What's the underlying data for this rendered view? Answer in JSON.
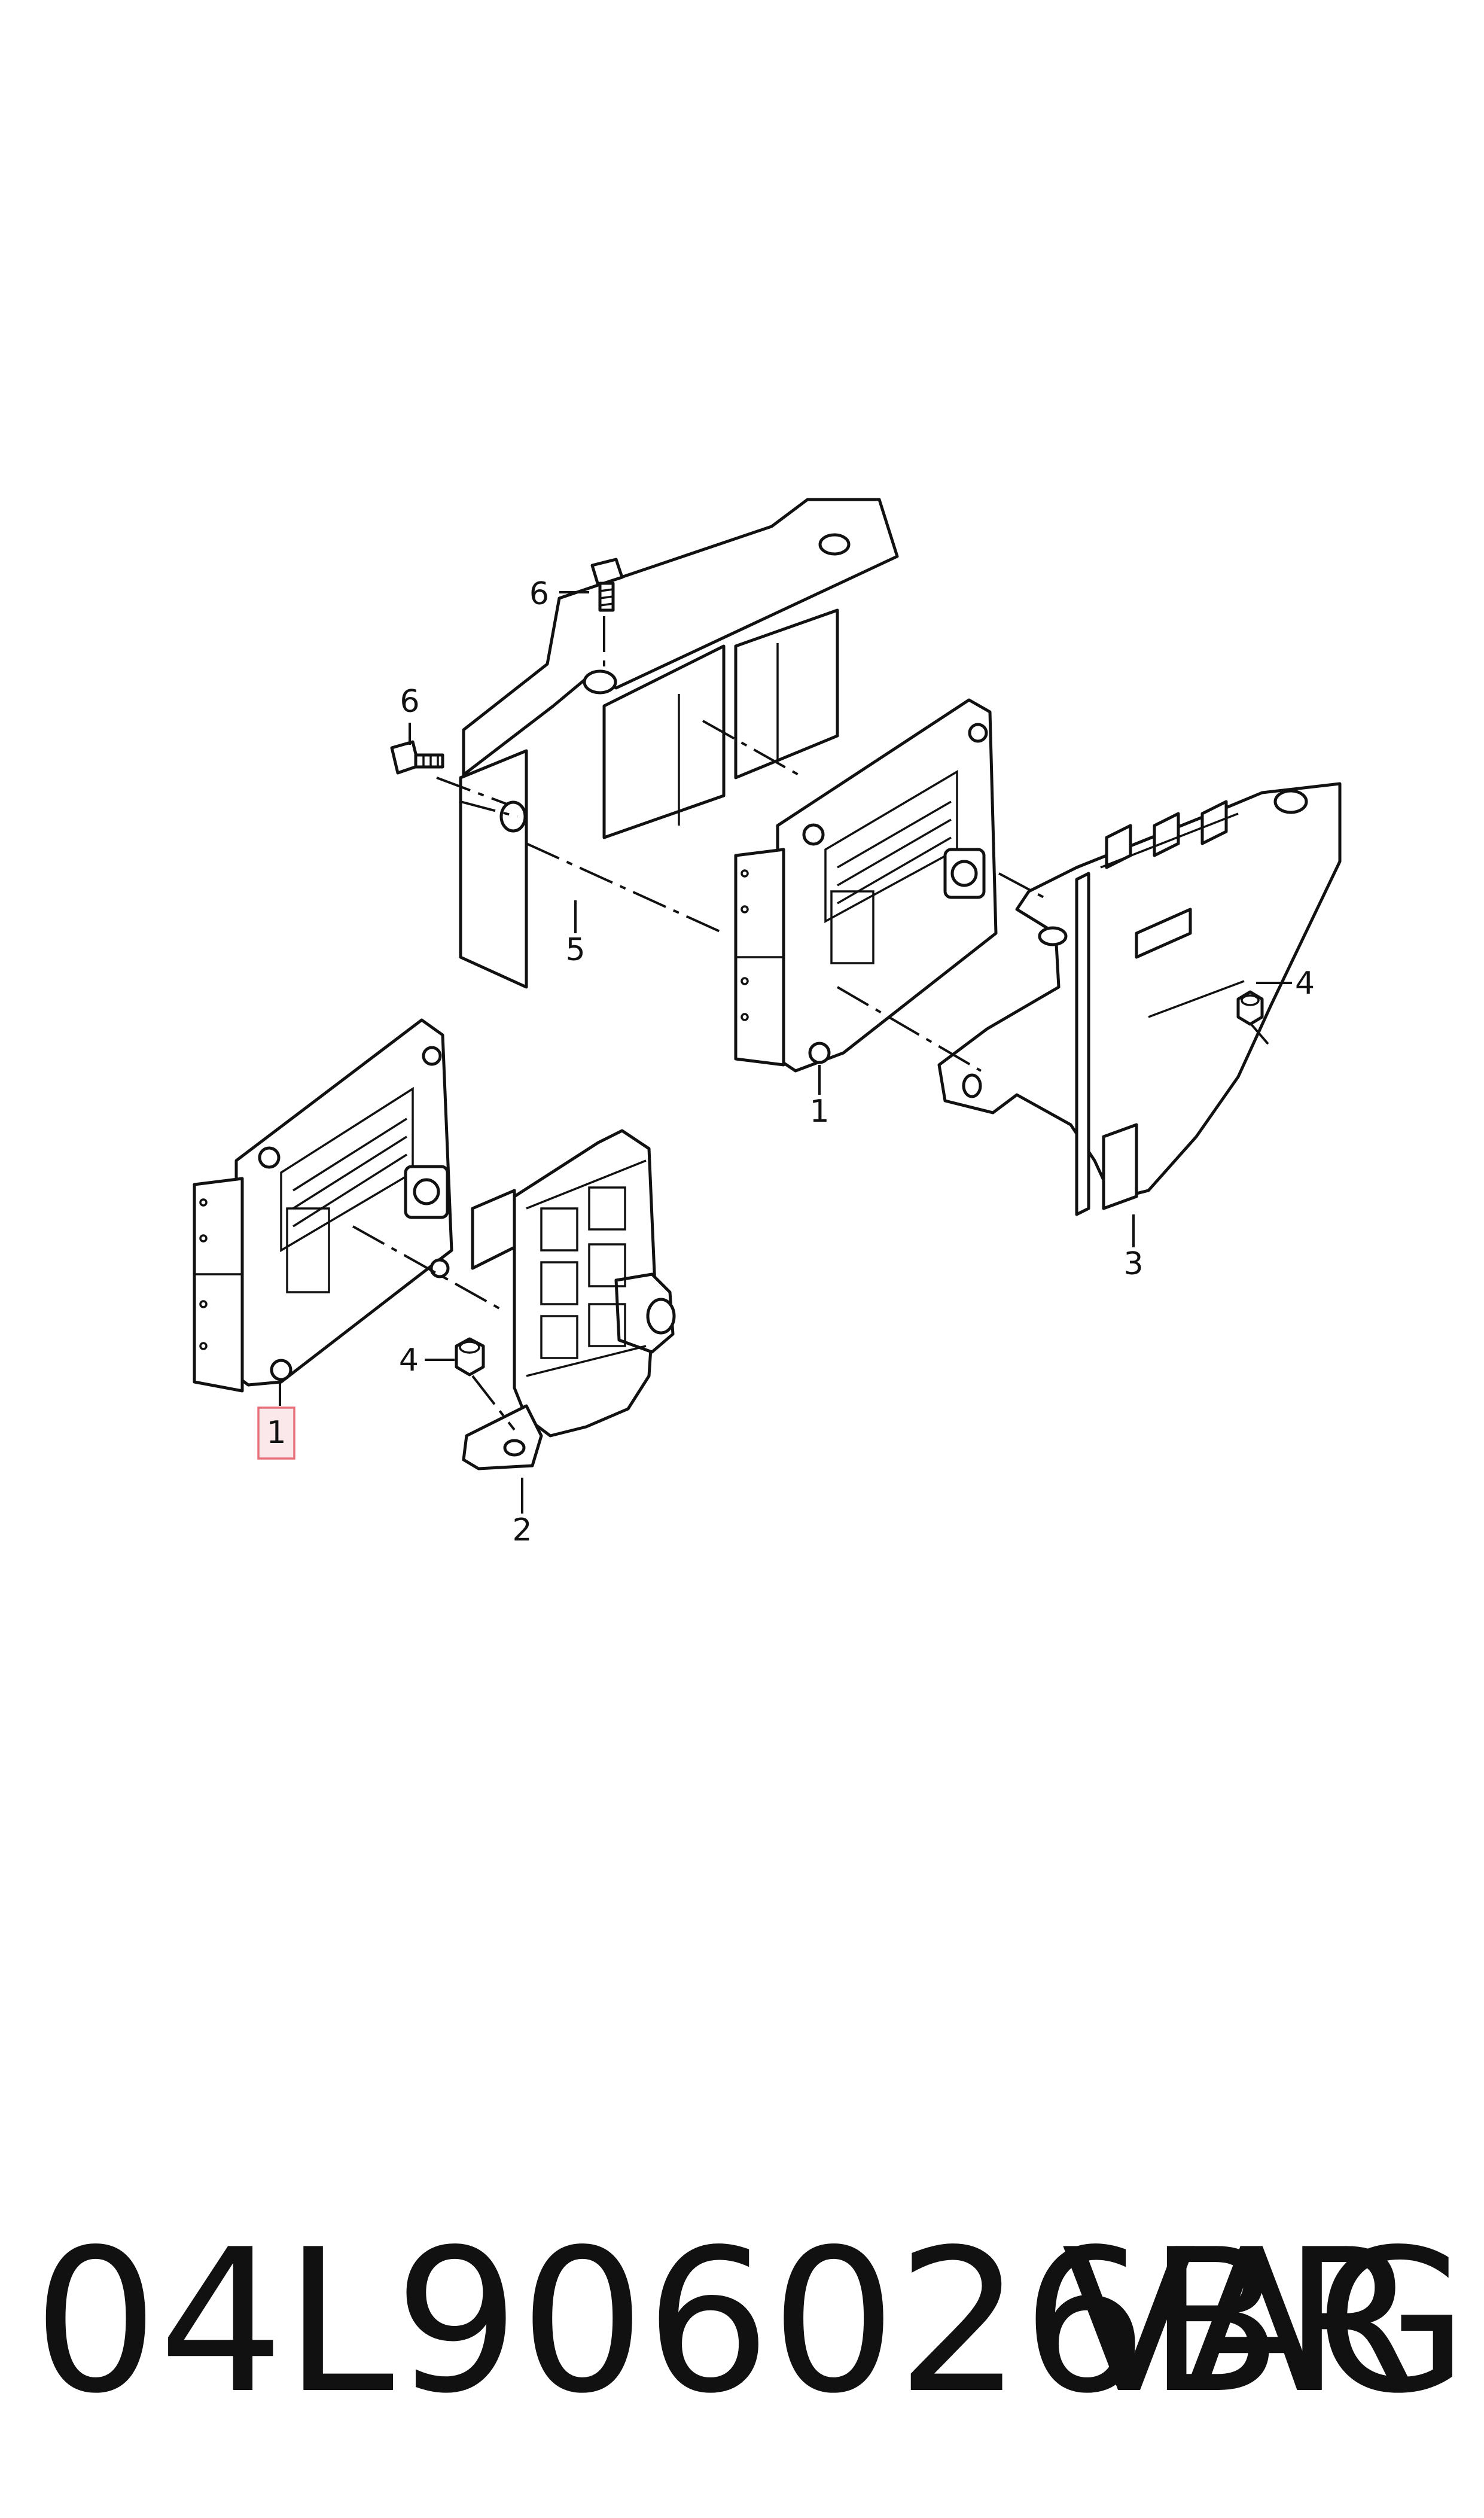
{
  "callouts": {
    "c6a": "6",
    "c6b": "6",
    "c5": "5",
    "c1a": "1",
    "c4a": "4",
    "c3": "3",
    "c4b": "4",
    "c1b": "1",
    "c2": "2"
  },
  "highlight_color": "#e8707a",
  "footer": {
    "part_number": "04L906026BR",
    "brand": "VAG"
  }
}
